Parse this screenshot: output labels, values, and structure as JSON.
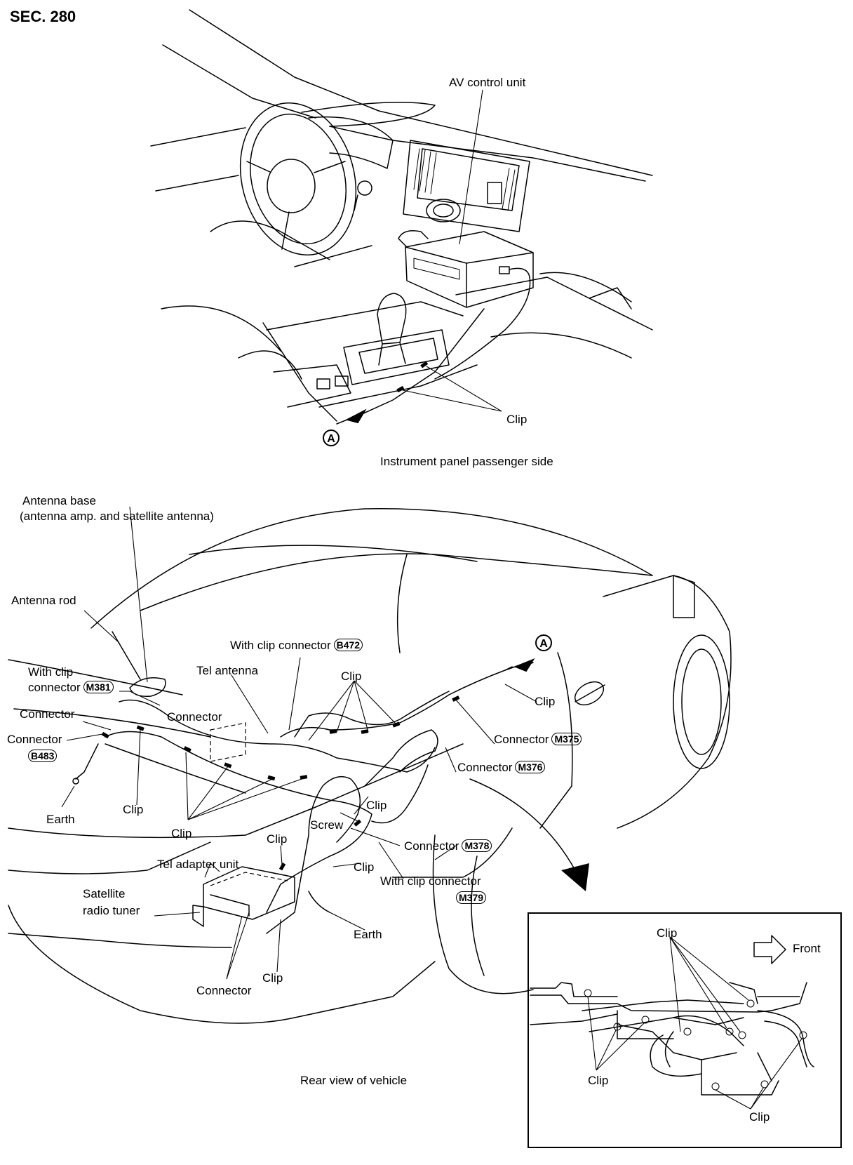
{
  "section_title": "SEC. 280",
  "top_view": {
    "caption": "Instrument panel passenger side",
    "labels": {
      "av_control_unit": "AV control unit",
      "clip": "Clip",
      "ref_a": "A"
    }
  },
  "rear_view": {
    "caption": "Rear view of vehicle",
    "labels": {
      "antenna_base_1": "Antenna base",
      "antenna_base_2": "(antenna amp. and satellite antenna)",
      "antenna_rod": "Antenna rod",
      "with_clip_connector_b472": "With clip connector",
      "b472": "B472",
      "tel_antenna": "Tel antenna",
      "with_clip_1": "With clip",
      "with_clip_2": "connector",
      "m381": "M381",
      "connector": "Connector",
      "b483": "B483",
      "clip": "Clip",
      "m375": "M375",
      "m376": "M376",
      "earth": "Earth",
      "screw": "Screw",
      "m378": "M378",
      "with_clip_connector_m379": "With clip connector",
      "m379": "M379",
      "tel_adapter_unit": "Tel adapter unit",
      "satellite_1": "Satellite",
      "satellite_2": "radio tuner",
      "ref_a": "A"
    }
  },
  "inset": {
    "front": "Front",
    "clip": "Clip"
  }
}
